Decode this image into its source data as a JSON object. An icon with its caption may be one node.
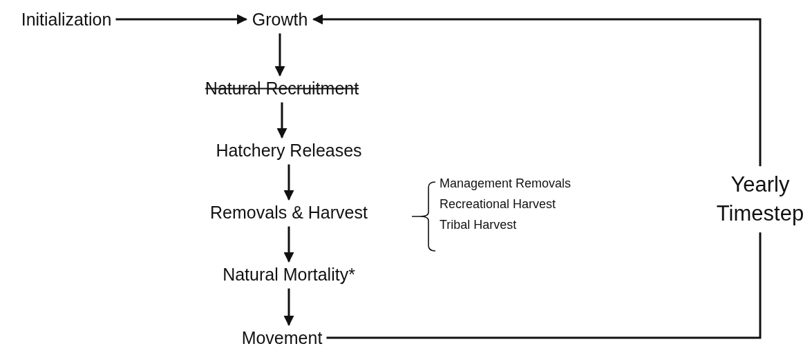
{
  "diagram": {
    "nodes": [
      {
        "text": [
          "Initialization"
        ]
      },
      {
        "text": [
          "Growth"
        ]
      },
      {
        "text": [
          "Natural Recruitment"
        ]
      },
      {
        "text": [
          "Hatchery Releases"
        ]
      },
      {
        "text": [
          "Removals & Harvest"
        ]
      },
      {
        "text": [
          "Natural Mortality*"
        ]
      },
      {
        "text": [
          "Movement"
        ]
      }
    ],
    "edges": [
      {
        "from": 0,
        "to": 1,
        "arrow": "to"
      },
      {
        "from": 1,
        "to": 2,
        "arrow": "to"
      },
      {
        "from": 2,
        "to": 3,
        "arrow": "to"
      },
      {
        "from": 3,
        "to": 4,
        "arrow": "to"
      },
      {
        "from": 4,
        "to": 5,
        "arrow": "to"
      },
      {
        "from": 5,
        "to": 6,
        "arrow": "to"
      },
      {
        "from": 6,
        "to": 1,
        "arrow": "to",
        "label": "Yearly Timestep"
      }
    ],
    "labels": [
      "Management Removals",
      "Recreational Harvest",
      "Tribal Harvest"
    ]
  }
}
